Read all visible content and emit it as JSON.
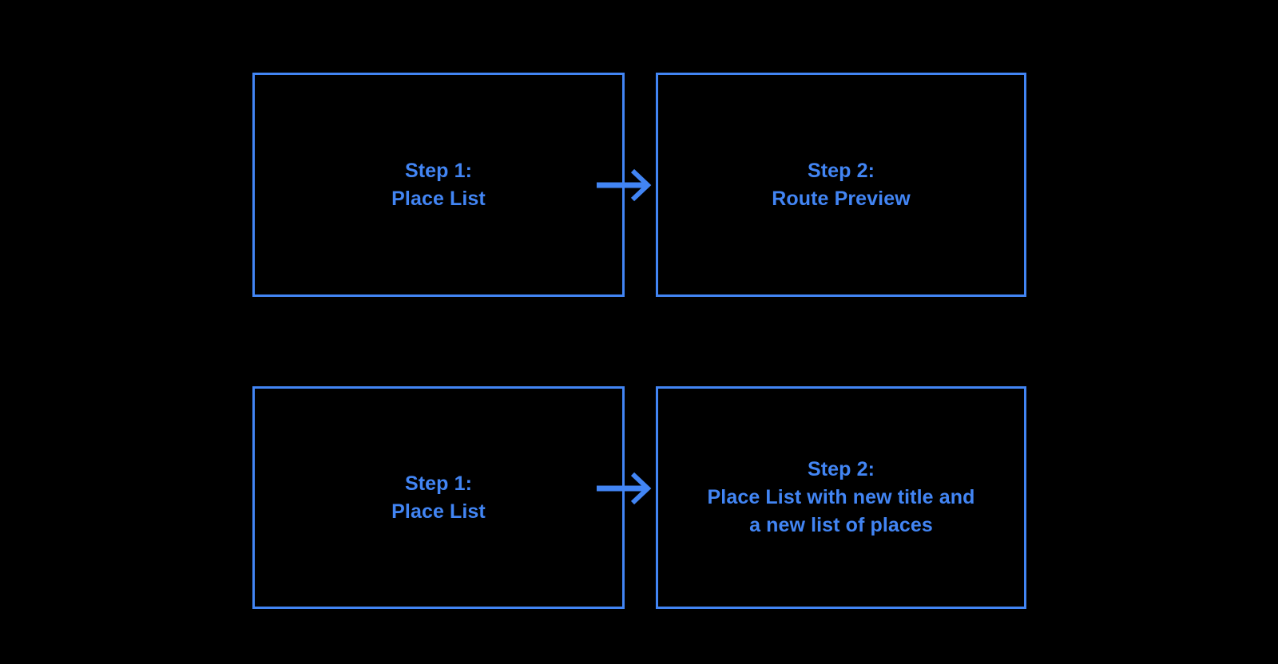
{
  "diagram": {
    "title": "Two-flow step diagram",
    "background_color": "#000000",
    "accent_color": "#4285f4",
    "rows": [
      {
        "id": "row-1",
        "from": {
          "id": "r1c1",
          "lines": [
            "Step 1:",
            "Place List"
          ]
        },
        "arrow": {
          "id": "arrow-row1",
          "icon": "arrow-right-icon",
          "direction": "right"
        },
        "to": {
          "id": "r1c2",
          "lines": [
            "Step 2:",
            "Route Preview"
          ]
        }
      },
      {
        "id": "row-2",
        "from": {
          "id": "r2c1",
          "lines": [
            "Step 1:",
            "Place List"
          ]
        },
        "arrow": {
          "id": "arrow-row2",
          "icon": "arrow-right-icon",
          "direction": "right"
        },
        "to": {
          "id": "r2c2",
          "lines": [
            "Step 2:",
            "Place List with new title and",
            "a new list of places"
          ]
        }
      }
    ]
  }
}
